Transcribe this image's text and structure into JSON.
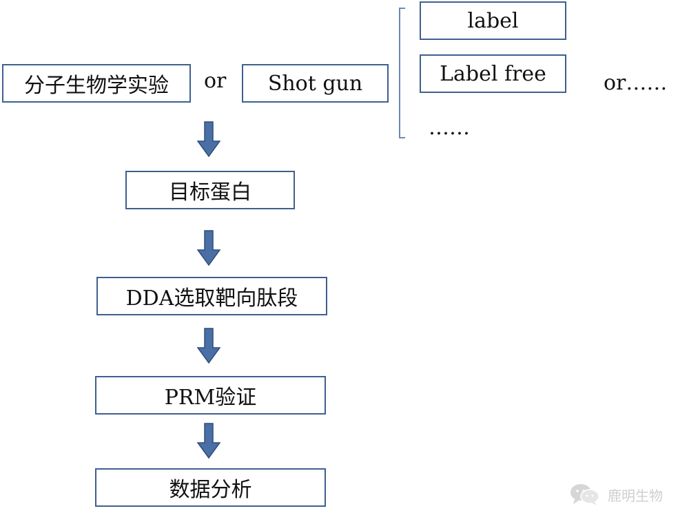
{
  "nodes": {
    "molecular_experiment": "分子生物学实验",
    "or_between": "or",
    "shotgun": "Shot gun",
    "label": "label",
    "label_free": "Label free",
    "ellipsis_option": "……",
    "or_right": "or……",
    "target_protein": "目标蛋白",
    "dda_select": "DDA选取靶向肽段",
    "prm_verify": "PRM验证",
    "data_analysis": "数据分析"
  },
  "colors": {
    "box_border": "#3f5f8e",
    "arrow_fill": "#4a6fa5",
    "arrow_stroke": "#2e4d7c",
    "brace": "#6b88b5"
  },
  "watermark": {
    "icon": "wechat-icon",
    "text": "鹿明生物"
  }
}
